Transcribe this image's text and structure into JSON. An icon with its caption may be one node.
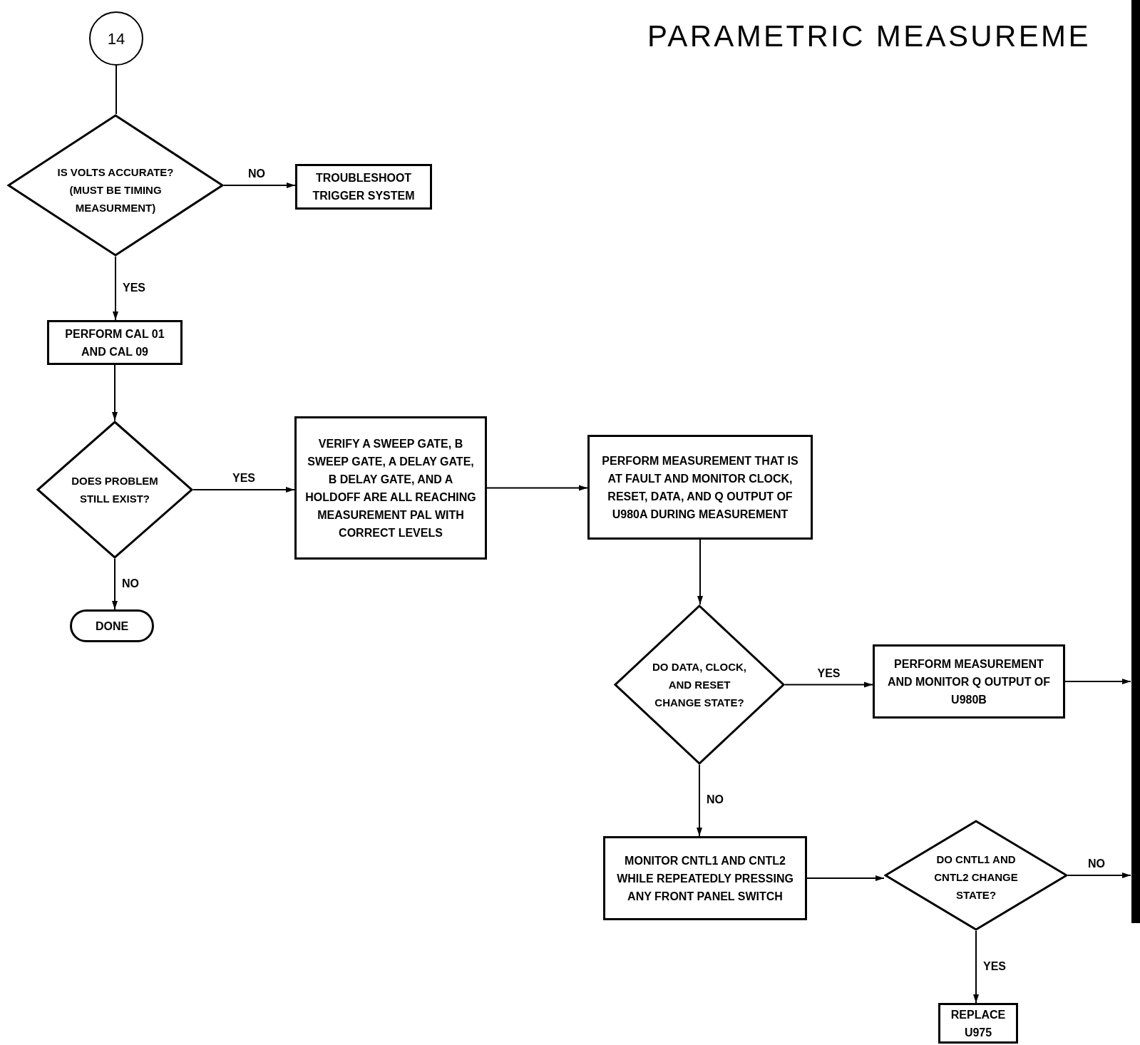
{
  "diagram": {
    "title": "PARAMETRIC MEASUREME",
    "nodes": [
      {
        "text": [
          "14"
        ]
      },
      {
        "text": [
          "IS VOLTS ACCURATE? (MUST BE TIMING MEASURMENT)"
        ]
      },
      {
        "text": [
          "TROUBLESHOOT TRIGGER SYSTEM"
        ]
      },
      {
        "text": [
          "PERFORM CAL 01 AND CAL 09"
        ]
      },
      {
        "text": [
          "DOES PROBLEM STILL EXIST?"
        ]
      },
      {
        "text": [
          "VERIFY A SWEEP GATE, B SWEEP GATE, A DELAY GATE, B DELAY GATE, AND A HOLDOFF ARE ALL REACHING MEASUREMENT PAL WITH CORRECT LEVELS"
        ]
      },
      {
        "text": [
          "PERFORM MEASUREMENT THAT IS AT FAULT AND MONITOR CLOCK, RESET, DATA, AND Q OUTPUT OF U980A DURING MEASUREMENT"
        ]
      },
      {
        "text": [
          "DONE"
        ]
      },
      {
        "text": [
          "DO DATA, CLOCK, AND RESET CHANGE STATE?"
        ]
      },
      {
        "text": [
          "PERFORM MEASUREMENT AND MONITOR Q OUTPUT OF U980B"
        ]
      },
      {
        "text": [
          "MONITOR CNTL1 AND CNTL2 WHILE REPEATEDLY PRESSING ANY FRONT PANEL SWITCH"
        ]
      },
      {
        "text": [
          "DO CNTL1 AND CNTL2 CHANGE STATE?"
        ]
      },
      {
        "text": [
          "REPLACE U975"
        ]
      }
    ],
    "edges": [
      {
        "from": 0,
        "to": 1,
        "arrow": "none"
      },
      {
        "from": 1,
        "to": 2,
        "arrow": "to",
        "label": "NO"
      },
      {
        "from": 1,
        "to": 3,
        "arrow": "to",
        "label": "YES"
      },
      {
        "from": 3,
        "to": 4,
        "arrow": "to"
      },
      {
        "from": 4,
        "to": 5,
        "arrow": "to",
        "label": "YES"
      },
      {
        "from": 4,
        "to": 7,
        "arrow": "to",
        "label": "NO"
      },
      {
        "from": 5,
        "to": 6,
        "arrow": "to"
      },
      {
        "from": 6,
        "to": 8,
        "arrow": "to"
      },
      {
        "from": 8,
        "to": 9,
        "arrow": "to",
        "label": "YES"
      },
      {
        "from": 8,
        "to": 10,
        "arrow": "to",
        "label": "NO"
      },
      {
        "from": 9,
        "to": null,
        "arrow": "to"
      },
      {
        "from": 10,
        "to": 11,
        "arrow": "to"
      },
      {
        "from": 11,
        "to": null,
        "arrow": "to",
        "label": "NO"
      },
      {
        "from": 11,
        "to": 12,
        "arrow": "to",
        "label": "YES"
      }
    ]
  }
}
